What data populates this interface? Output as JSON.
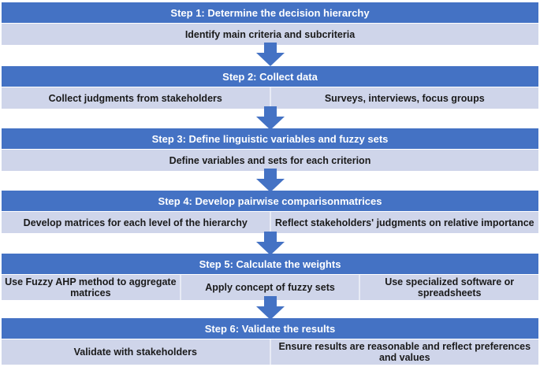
{
  "steps": [
    {
      "title": "Step 1: Determine the decision hierarchy",
      "details": [
        "Identify main criteria and subcriteria"
      ]
    },
    {
      "title": "Step 2: Collect data",
      "details": [
        "Collect judgments from stakeholders",
        "Surveys, interviews, focus groups"
      ]
    },
    {
      "title": "Step 3: Define linguistic variables and fuzzy sets",
      "details": [
        "Define variables and sets for each criterion"
      ]
    },
    {
      "title": "Step 4: Develop pairwise comparisonmatrices",
      "details": [
        "Develop matrices for each level of the hierarchy",
        "Reflect stakeholders' judgments on relative importance"
      ]
    },
    {
      "title": "Step 5: Calculate the weights",
      "details": [
        "Use Fuzzy AHP method to aggregate matrices",
        "Apply concept of fuzzy sets",
        "Use specialized software or spreadsheets"
      ]
    },
    {
      "title": "Step 6: Validate the results",
      "details": [
        "Validate with stakeholders",
        "Ensure results are reasonable and reflect preferences and values"
      ]
    }
  ],
  "colors": {
    "header": "#4472c4",
    "detail": "#cfd5ea",
    "arrow": "#4472c4"
  }
}
